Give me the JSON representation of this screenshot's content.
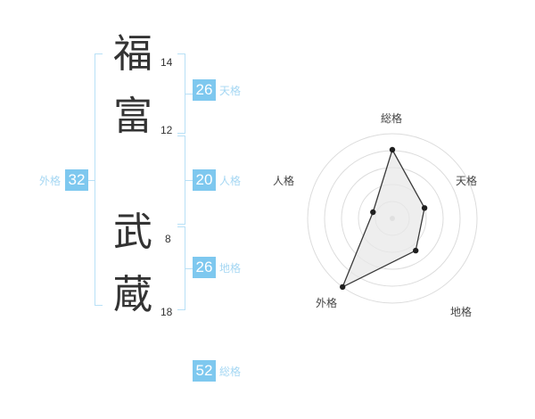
{
  "name": {
    "chars": [
      {
        "char": "福",
        "strokes": "14"
      },
      {
        "char": "富",
        "strokes": "12"
      },
      {
        "char": "武",
        "strokes": "8"
      },
      {
        "char": "蔵",
        "strokes": "18"
      }
    ]
  },
  "kaku": {
    "tenkaku": {
      "label": "天格",
      "value": "26"
    },
    "jinkaku": {
      "label": "人格",
      "value": "20"
    },
    "chikaku": {
      "label": "地格",
      "value": "26"
    },
    "gaikaku": {
      "label": "外格",
      "value": "32"
    },
    "soukaku": {
      "label": "総格",
      "value": "52"
    }
  },
  "colors": {
    "accent_box": "#7ec8ef",
    "accent_label": "#a5d7f3",
    "bracket": "#b8e0f6",
    "ring": "#dcdcdc",
    "polygon_fill": "#e8e8e8",
    "polygon_stroke": "#3a3a3a",
    "point": "#1f1f1f",
    "center_dot": "#c8c8c8"
  },
  "chart_data": {
    "type": "radar",
    "axes": [
      "総格",
      "天格",
      "地格",
      "外格",
      "人格"
    ],
    "values": [
      81,
      40,
      47,
      100,
      24
    ],
    "max": 100,
    "rings": 5,
    "grid": "circular",
    "legend": false,
    "note": "values estimated from vertex distance relative to outer ring"
  }
}
